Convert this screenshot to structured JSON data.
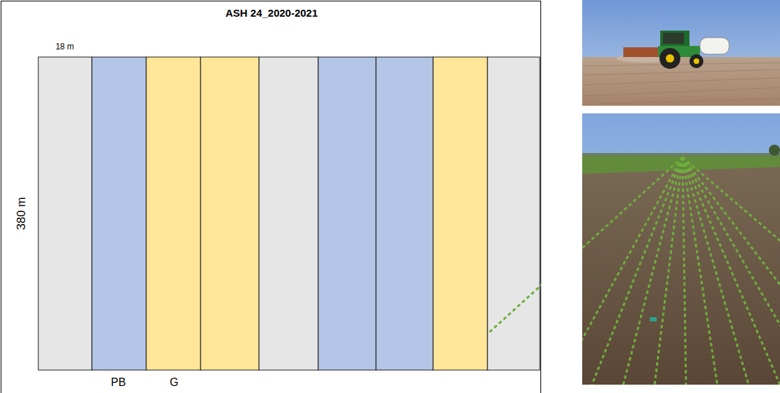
{
  "diagram": {
    "title": "ASH 24_2020-2021",
    "labels": [
      "18 m",
      "380 m",
      "PB",
      "G"
    ]
  }
}
